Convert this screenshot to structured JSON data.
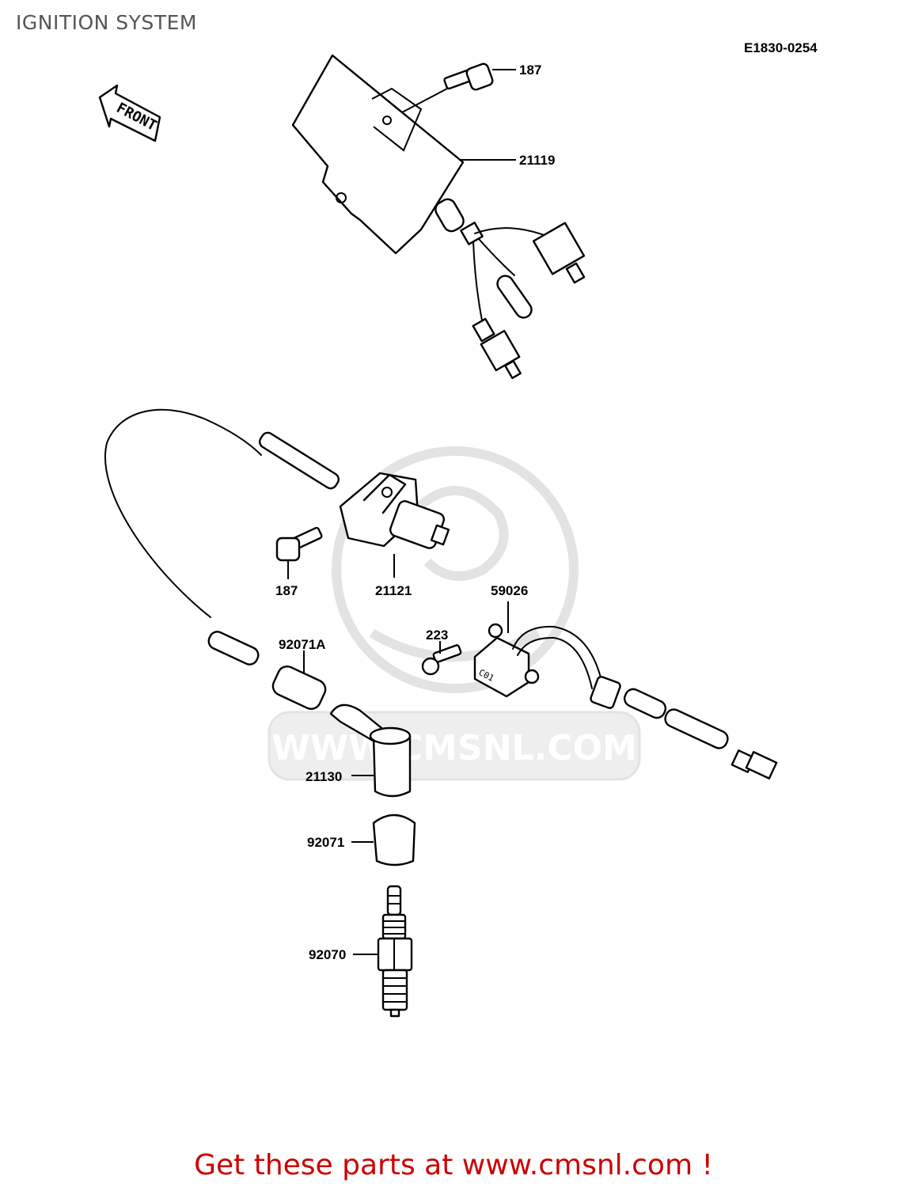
{
  "header": {
    "title": "IGNITION SYSTEM",
    "diagram_code": "E1830-0254"
  },
  "front_marker": {
    "label": "FRONT"
  },
  "callouts": {
    "bolt_top": "187",
    "igniter": "21119",
    "bolt_coil": "187",
    "ignition_coil": "21121",
    "pickup_coil": "59026",
    "screw": "223",
    "cap_92071a": "92071A",
    "plug_cap": "21130",
    "cap_92071": "92071",
    "spark_plug": "92070"
  },
  "watermark": {
    "text": "WWW.CMSNL.COM"
  },
  "pickup_marking": "C01",
  "footer": {
    "text": "Get these parts at www.cmsnl.com !"
  },
  "colors": {
    "footer": "#cc0000",
    "title": "#555555",
    "watermark": "#e3e3e3"
  }
}
